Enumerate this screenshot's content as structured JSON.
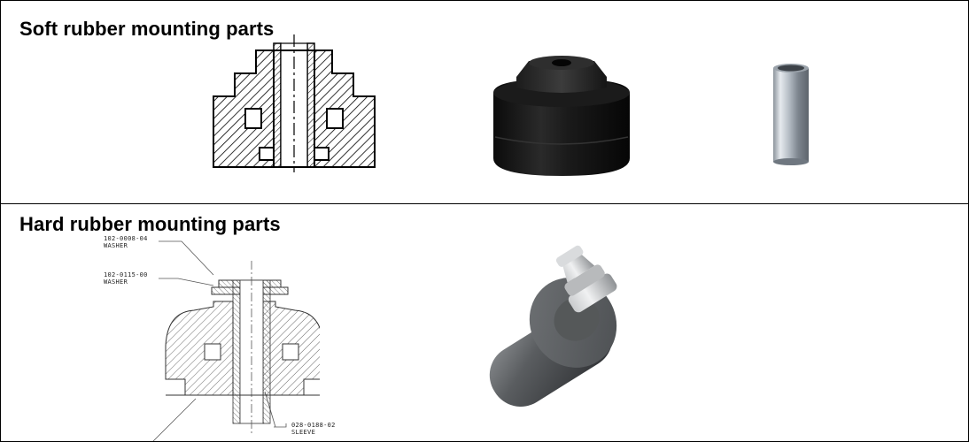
{
  "sections": {
    "soft": {
      "title": "Soft rubber mounting parts"
    },
    "hard": {
      "title": "Hard rubber mounting parts",
      "callouts": [
        {
          "part": "102-0008-04",
          "name": "WASHER"
        },
        {
          "part": "102-0115-00",
          "name": "WASHER"
        },
        {
          "part": "028-0188-02",
          "name": "SLEEVE"
        }
      ]
    }
  }
}
